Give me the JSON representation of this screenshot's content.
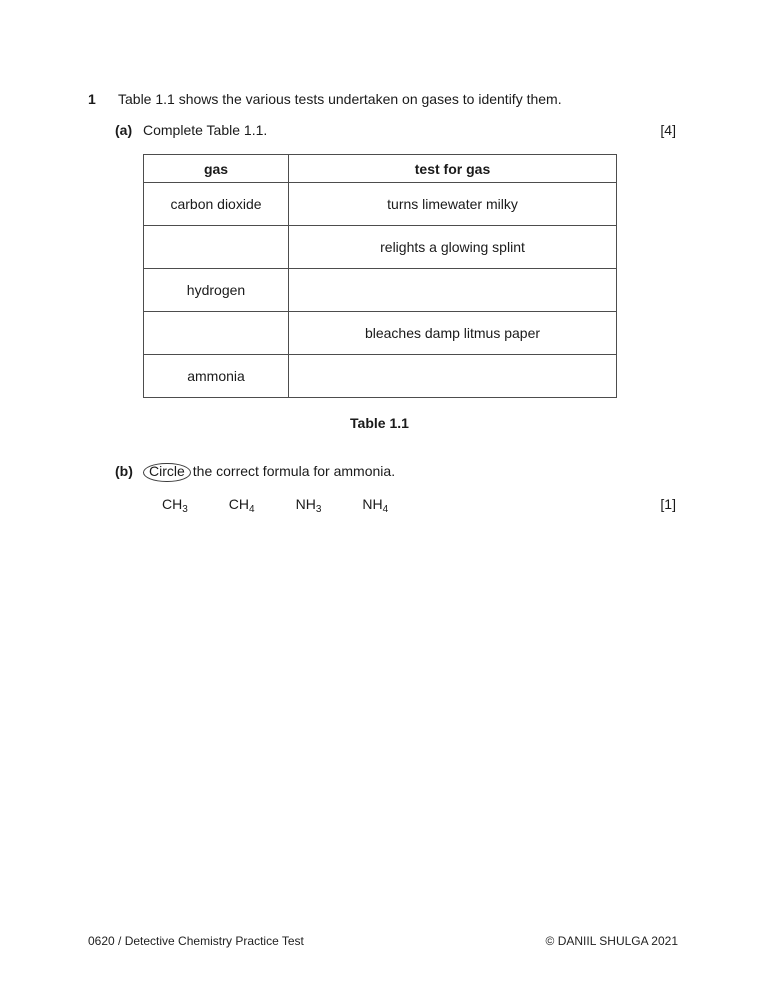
{
  "question": {
    "number": "1",
    "stem": "Table 1.1 shows the various tests undertaken on gases to identify them."
  },
  "part_a": {
    "label": "(a)",
    "text": "Complete Table 1.1.",
    "marks": "[4]"
  },
  "table": {
    "caption": "Table 1.1",
    "headers": [
      "gas",
      "test for gas"
    ],
    "rows": [
      [
        "carbon dioxide",
        "turns limewater milky"
      ],
      [
        "",
        "relights a glowing splint"
      ],
      [
        "hydrogen",
        ""
      ],
      [
        "",
        "bleaches damp litmus paper"
      ],
      [
        "ammonia",
        ""
      ]
    ]
  },
  "part_b": {
    "label": "(b)",
    "circled_word": "Circle",
    "text_after": "the correct formula for ammonia.",
    "marks": "[1]",
    "options": [
      {
        "base": "CH",
        "sub": "3"
      },
      {
        "base": "CH",
        "sub": "4"
      },
      {
        "base": "NH",
        "sub": "3"
      },
      {
        "base": "NH",
        "sub": "4"
      }
    ]
  },
  "footer": {
    "left": "0620 / Detective Chemistry Practice Test",
    "right": "© DANIIL SHULGA 2021"
  },
  "colors": {
    "text": "#1a1a1a",
    "table_border": "#4d4d4d",
    "background": "#ffffff"
  }
}
